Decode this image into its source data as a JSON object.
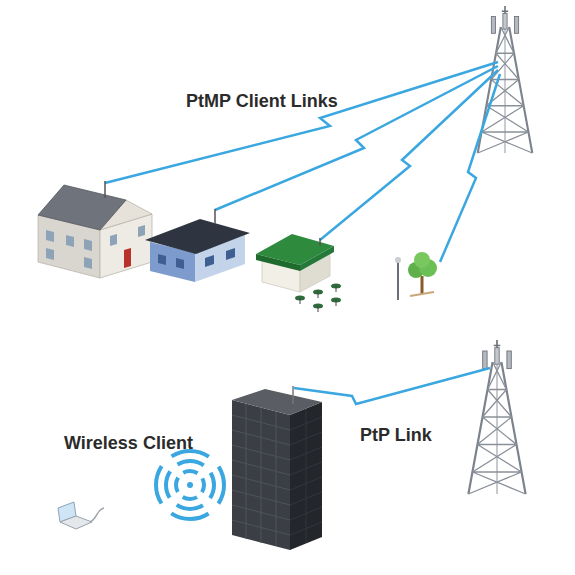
{
  "diagram": {
    "labels": [
      "PtMP Client Links",
      "Wireless Client",
      "PtP Link"
    ]
  }
}
